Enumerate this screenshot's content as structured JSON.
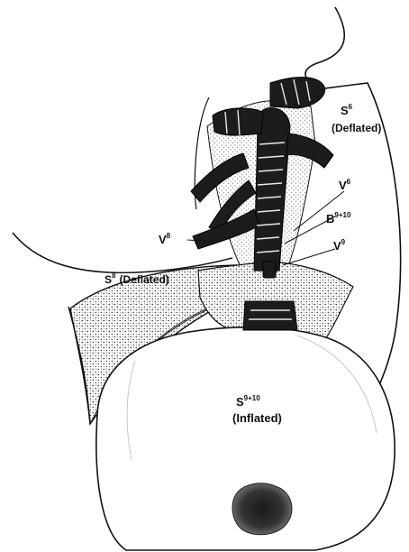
{
  "labels": {
    "s6": {
      "main": "S",
      "sup": "6",
      "state": "(Deflated)"
    },
    "v6": {
      "main": "V",
      "sup": "6"
    },
    "b910": {
      "main": "B",
      "sup": "9+10"
    },
    "v8": {
      "main": "V",
      "sup": "8"
    },
    "v9": {
      "main": "V",
      "sup": "9"
    },
    "s8": {
      "main": "S",
      "sup": "8",
      "state": "(Deflated)"
    },
    "s910": {
      "main": "S",
      "sup": "9+10",
      "state": "(Inflated)"
    }
  },
  "colors": {
    "outline": "#111111",
    "stipple": "#222222",
    "vessel": "#1a1a1a",
    "inflated_fill": "#ffffff",
    "tumor": "#3a3a3a"
  }
}
